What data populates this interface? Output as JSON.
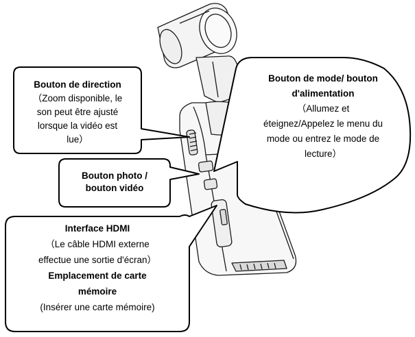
{
  "callouts": {
    "direction": {
      "title": "Bouton de direction",
      "desc_lines": [
        "（Zoom disponible, le",
        "son peut être ajusté",
        "lorsque la vidéo est",
        "lue）"
      ]
    },
    "mode": {
      "title_lines": [
        "Bouton de mode/ bouton",
        "d'alimentation"
      ],
      "desc_lines": [
        "（Allumez et",
        "éteignez/Appelez le menu du",
        "mode ou entrez le mode de",
        "lecture）"
      ]
    },
    "photo": {
      "title_lines": [
        "Bouton photo /",
        "bouton vidéo"
      ]
    },
    "hdmi": {
      "title": "Interface HDMI",
      "desc_lines": [
        "（Le câble HDMI externe",
        "effectue une sortie d'écran）"
      ],
      "title2_lines": [
        "Emplacement de carte",
        "mémoire"
      ],
      "desc2": "(Insérer une carte mémoire)"
    }
  },
  "colors": {
    "ink": "#000000",
    "fill": "#ffffff",
    "device_shade": "#e6e6e6"
  }
}
